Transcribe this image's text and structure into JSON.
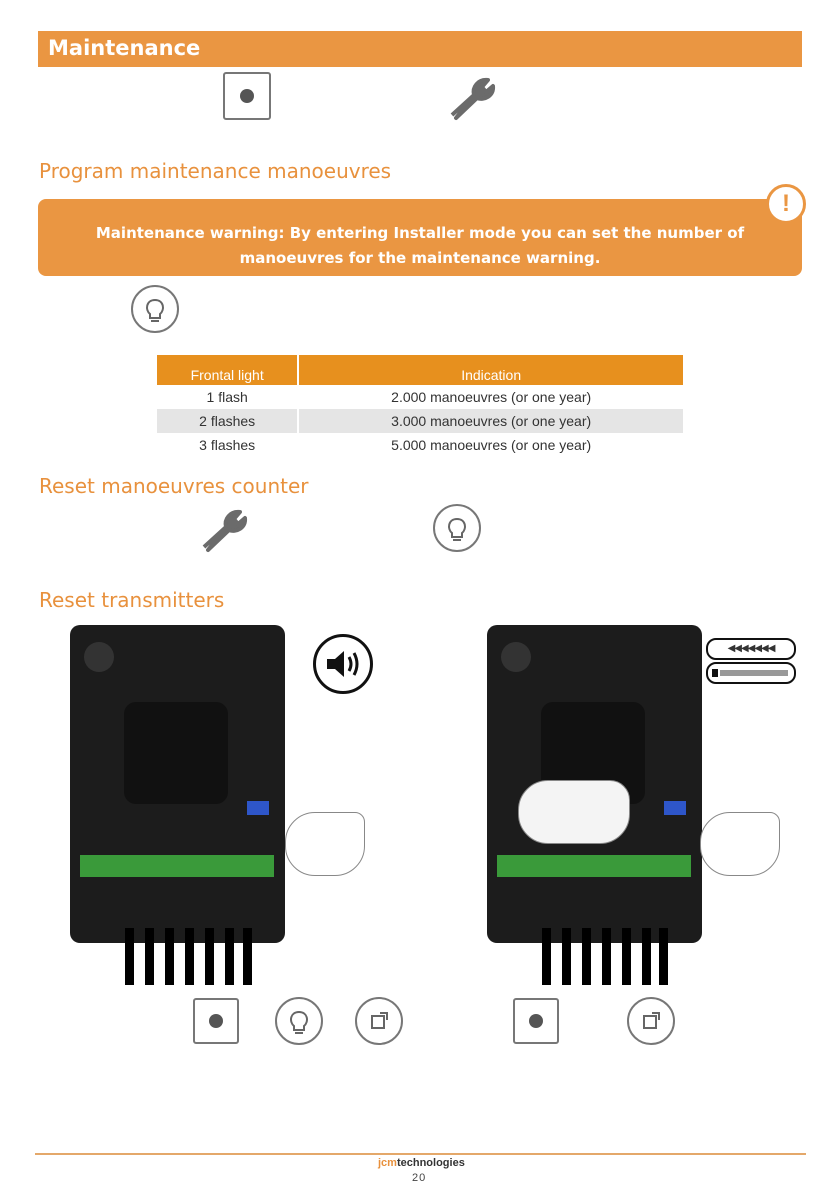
{
  "section_title": "Maintenance",
  "program_heading": "Program maintenance manoeuvres",
  "warning_text": "Maintenance warning: By entering Installer mode you can set the number of manoeuvres for the maintenance warning.",
  "table": {
    "headers": [
      "Frontal light",
      "Indication"
    ],
    "rows": [
      [
        "1 flash",
        "2.000 manoeuvres (or one year)"
      ],
      [
        "2 flashes",
        "3.000 manoeuvres (or one year)"
      ],
      [
        "3 flashes",
        "5.000 manoeuvres (or one year)"
      ]
    ]
  },
  "reset_counter_heading": "Reset manoeuvres counter",
  "reset_transmitters_heading": "Reset transmitters",
  "footer": {
    "brand_prefix": "jcm",
    "brand_suffix": "technologies",
    "page_number": "20"
  },
  "colors": {
    "accent": "#ea9642",
    "table_header": "#e7901e"
  },
  "icons": [
    "record-button-icon",
    "wrench-icon",
    "warning-icon",
    "light-bulb-icon",
    "speaker-icon",
    "beep-pattern-icon",
    "long-beep-icon",
    "enter-button-icon"
  ]
}
